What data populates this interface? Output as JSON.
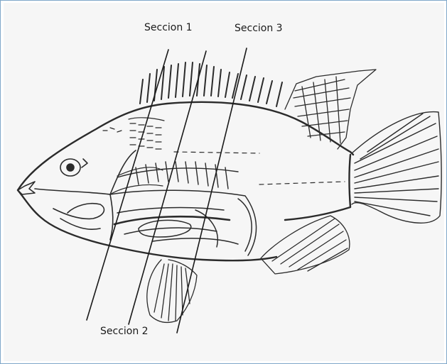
{
  "labels": {
    "section_1": "Seccion 1",
    "section_2": "Seccion 2",
    "section_3": "Seccion 3"
  },
  "colors": {
    "frame_border": "#7fa7c9",
    "ink": "#2b2b2b",
    "paper": "#f4f4f4"
  }
}
